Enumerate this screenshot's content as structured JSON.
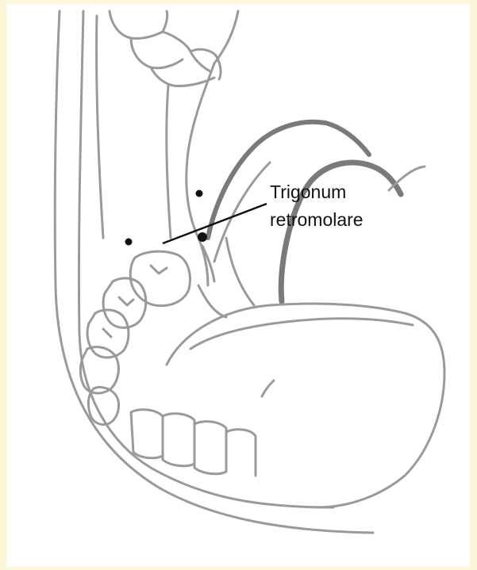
{
  "colors": {
    "frame": "#fdf7d9",
    "background": "#ffffff",
    "drawing_stroke": "#9a9a9a",
    "dark_stroke": "#5a5a5a",
    "label_text": "#111111"
  },
  "figure": {
    "label": {
      "line1": "Trigonum",
      "line2": "retromolare"
    },
    "marker_dots": 3
  }
}
